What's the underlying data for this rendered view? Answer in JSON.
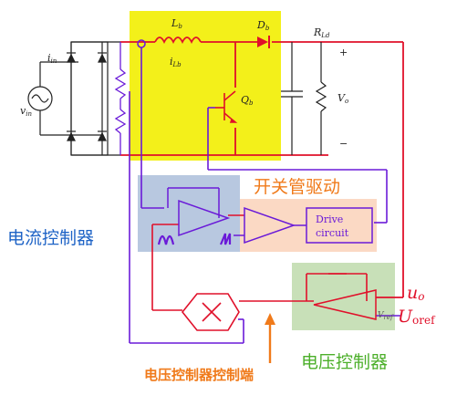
{
  "labels": {
    "switch_driver": "开关管驱动",
    "current_controller": "电流控制器",
    "voltage_controller": "电压控制器",
    "voltage_ctrl_port": "电压控制器控制端",
    "drive_circuit_line1": "Drive",
    "drive_circuit_line2": "circuit"
  },
  "circuit": {
    "inductor": "L",
    "inductor_sub": "b",
    "diode": "D",
    "diode_sub": "b",
    "switch": "Q",
    "switch_sub": "b",
    "current": "i",
    "current_sub": "Lb",
    "load": "R",
    "load_sub": "Ld",
    "output_voltage": "V",
    "output_voltage_sub": "o",
    "input_voltage": "v",
    "input_voltage_sub": "in",
    "input_current": "i",
    "input_current_sub": "in",
    "plus": "+",
    "minus": "−",
    "vref": "V",
    "vref_sub": "ref"
  },
  "signals": {
    "uo": "u",
    "uo_sub": "o",
    "uoref": "U",
    "uoref_sub": "oref"
  },
  "colors": {
    "power_stage_bg": "#f3f01a",
    "current_ctrl_bg": "#b8c8e0",
    "driver_bg": "#fbd9c4",
    "voltage_ctrl_bg": "#c8e0b8",
    "red_wire": "#e0102a",
    "purple_wire": "#6a1ad8",
    "blue_label": "#1e63c6",
    "orange_label": "#f07a1a",
    "green_label": "#4caf2a"
  }
}
